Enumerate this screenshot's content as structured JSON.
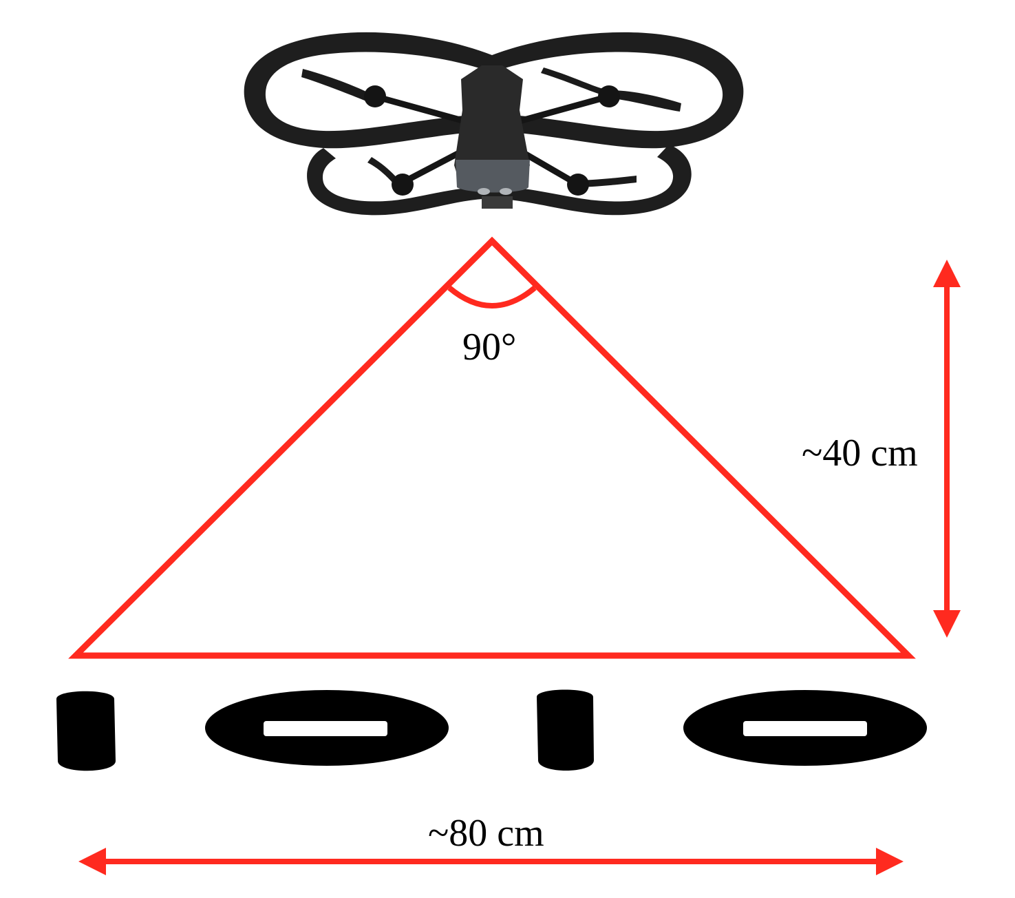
{
  "labels": {
    "angle": "90°",
    "height": "~40 cm",
    "width": "~80 cm"
  },
  "colors": {
    "annotation": "#ff2a1f",
    "marker": "#000000",
    "drone_frame": "#1e1e1e",
    "drone_hull": "#2a2a2a",
    "drone_camera": "#555a60"
  },
  "icons": {
    "drone": "quadcopter-drone-icon",
    "markers": "io-marker-pattern-icon"
  }
}
